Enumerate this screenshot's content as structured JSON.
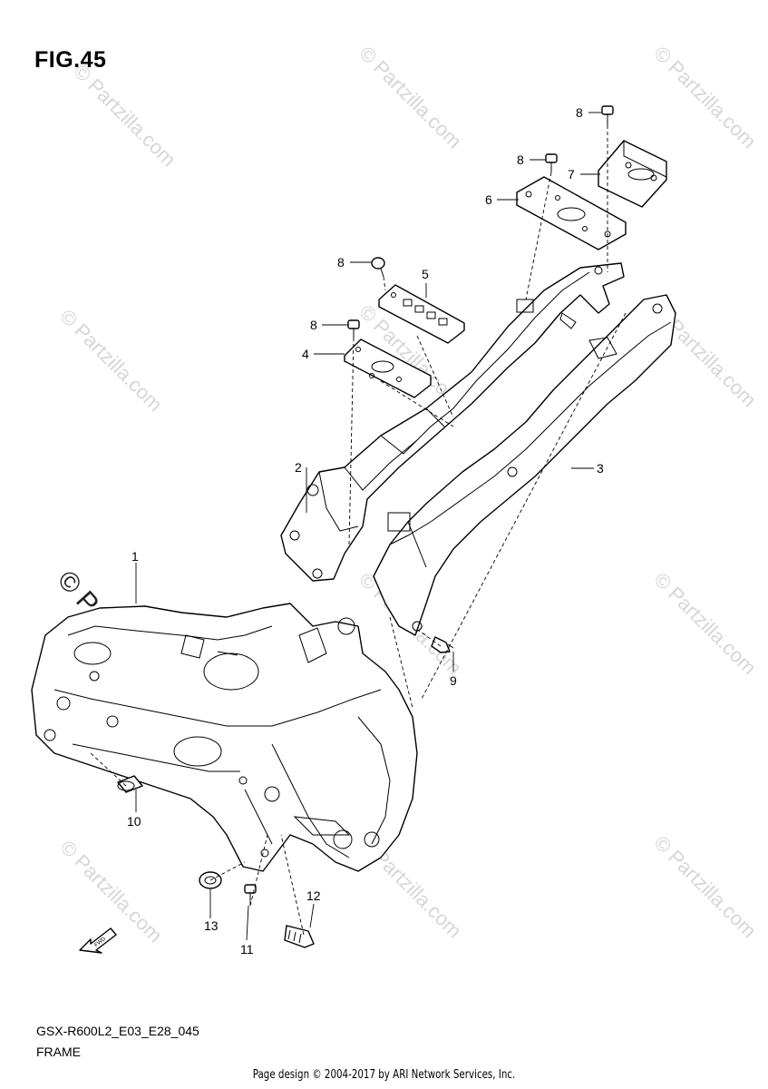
{
  "figure": {
    "title": "FIG.45",
    "code": "GSX-R600L2_E03_E28_045",
    "name": "FRAME"
  },
  "copyright": "Page design © 2004-2017 by ARI Network Services, Inc.",
  "watermark": "© Partzilla.com",
  "callouts": [
    "1",
    "2",
    "3",
    "4",
    "5",
    "6",
    "7",
    "8",
    "8",
    "8",
    "8",
    "9",
    "10",
    "11",
    "12",
    "13"
  ],
  "fwd_label": "FWD",
  "colors": {
    "line": "#000000",
    "watermark": "#d6d6d6",
    "background": "#ffffff"
  }
}
